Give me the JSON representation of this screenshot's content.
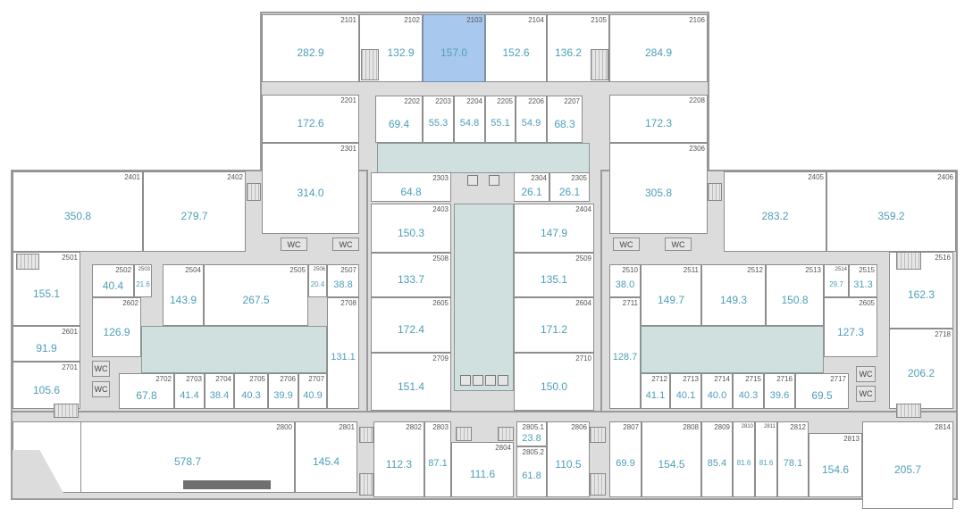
{
  "plan": {
    "wc_label": "WC",
    "selected_room": "2103",
    "colors": {
      "area_text": "#4d9fb8",
      "selected": "#a9c8ee",
      "courtyard": "#cfe0df",
      "corridor": "#dcdcdc"
    }
  },
  "rooms": [
    {
      "number": "2101",
      "area": "282.9"
    },
    {
      "number": "2102",
      "area": "132.9"
    },
    {
      "number": "2103",
      "area": "157.0"
    },
    {
      "number": "2104",
      "area": "152.6"
    },
    {
      "number": "2105",
      "area": "136.2"
    },
    {
      "number": "2106",
      "area": "284.9"
    },
    {
      "number": "2201",
      "area": "172.6"
    },
    {
      "number": "2202",
      "area": "69.4"
    },
    {
      "number": "2203",
      "area": "55.3"
    },
    {
      "number": "2204",
      "area": "54.8"
    },
    {
      "number": "2205",
      "area": "55.1"
    },
    {
      "number": "2206",
      "area": "54.9"
    },
    {
      "number": "2207",
      "area": "68.3"
    },
    {
      "number": "2208",
      "area": "172.3"
    },
    {
      "number": "2301",
      "area": "314.0"
    },
    {
      "number": "2303",
      "area": "64.8"
    },
    {
      "number": "2304",
      "area": "26.1"
    },
    {
      "number": "2305",
      "area": "26.1"
    },
    {
      "number": "2306",
      "area": "305.8"
    },
    {
      "number": "2401",
      "area": "350.8"
    },
    {
      "number": "2402",
      "area": "279.7"
    },
    {
      "number": "2403",
      "area": "150.3"
    },
    {
      "number": "2404",
      "area": "147.9"
    },
    {
      "number": "2405",
      "area": "283.2"
    },
    {
      "number": "2406",
      "area": "359.2"
    },
    {
      "number": "2501",
      "area": "155.1"
    },
    {
      "number": "2502",
      "area": "40.4"
    },
    {
      "number": "2503",
      "area": "21.6"
    },
    {
      "number": "2504",
      "area": "143.9"
    },
    {
      "number": "2505",
      "area": "267.5"
    },
    {
      "number": "2506",
      "area": "20.4"
    },
    {
      "number": "2507",
      "area": "38.8"
    },
    {
      "number": "2508",
      "area": "133.7"
    },
    {
      "number": "2509",
      "area": "135.1"
    },
    {
      "number": "2510",
      "area": "38.0"
    },
    {
      "number": "2511",
      "area": "149.7"
    },
    {
      "number": "2512",
      "area": "149.3"
    },
    {
      "number": "2513",
      "area": "150.8"
    },
    {
      "number": "2514",
      "area": "29.7"
    },
    {
      "number": "2515",
      "area": "31.3"
    },
    {
      "number": "2516",
      "area": "162.3"
    },
    {
      "number": "2601",
      "area": "91.9"
    },
    {
      "number": "2602",
      "area": "126.9"
    },
    {
      "number": "2605",
      "area": "172.4"
    },
    {
      "number": "2604",
      "area": "171.2"
    },
    {
      "number": "2605",
      "area": "127.3"
    },
    {
      "number": "2701",
      "area": "105.6"
    },
    {
      "number": "2702",
      "area": "67.8"
    },
    {
      "number": "2703",
      "area": "41.4"
    },
    {
      "number": "2704",
      "area": "38.4"
    },
    {
      "number": "2705",
      "area": "40.3"
    },
    {
      "number": "2706",
      "area": "39.9"
    },
    {
      "number": "2707",
      "area": "40.9"
    },
    {
      "number": "2708",
      "area": "131.1"
    },
    {
      "number": "2709",
      "area": "151.4"
    },
    {
      "number": "2710",
      "area": "150.0"
    },
    {
      "number": "2711",
      "area": "128.7"
    },
    {
      "number": "2712",
      "area": "41.1"
    },
    {
      "number": "2713",
      "area": "40.1"
    },
    {
      "number": "2714",
      "area": "40.0"
    },
    {
      "number": "2715",
      "area": "40.3"
    },
    {
      "number": "2716",
      "area": "39.6"
    },
    {
      "number": "2717",
      "area": "69.5"
    },
    {
      "number": "2718",
      "area": "206.2"
    },
    {
      "number": "2800",
      "area": "578.7"
    },
    {
      "number": "2801",
      "area": "145.4"
    },
    {
      "number": "2802",
      "area": "112.3"
    },
    {
      "number": "2803",
      "area": "87.1"
    },
    {
      "number": "2804",
      "area": "111.6"
    },
    {
      "number": "2805.1",
      "area": "23.8"
    },
    {
      "number": "2805.2",
      "area": "61.8"
    },
    {
      "number": "2806",
      "area": "110.5"
    },
    {
      "number": "2807",
      "area": "69.9"
    },
    {
      "number": "2808",
      "area": "154.5"
    },
    {
      "number": "2809",
      "area": "85.4"
    },
    {
      "number": "2810",
      "area": "81.6"
    },
    {
      "number": "2811",
      "area": "81.6"
    },
    {
      "number": "2812",
      "area": "78.1"
    },
    {
      "number": "2813",
      "area": "154.6"
    },
    {
      "number": "2814",
      "area": "205.7"
    }
  ]
}
